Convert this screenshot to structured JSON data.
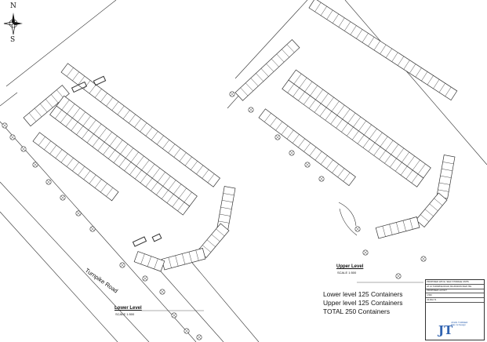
{
  "compass": {
    "north": "N",
    "south": "S"
  },
  "road": {
    "name": "Turnpike Road"
  },
  "levels": {
    "lower": {
      "label": "Lower Level",
      "scale": "SCALE 1:500"
    },
    "upper": {
      "label": "Upper Level",
      "scale": "SCALE 1:500"
    }
  },
  "summary": {
    "lower": "Lower level 125 Containers",
    "upper": "Upper level 125 Containers",
    "total": "TOTAL 250 Containers"
  },
  "title_block": {
    "project": "PROPOSED 125 No. SELF STORAGE UNITS",
    "site": "AT 21 TURNPIKE ROAD, BLUNSDON SN26 7BL",
    "drawing": "PROPOSED LAYOUT",
    "scale": "1:500",
    "number": "22-K02-71",
    "logo": "JT",
    "company": [
      "JOHN TURNER",
      "Plan & Design"
    ]
  },
  "colors": {
    "line": "#333333",
    "logo": "#2f62b0"
  },
  "icons": [
    "north-arrow-icon",
    "tree-icon",
    "company-logo-icon"
  ]
}
